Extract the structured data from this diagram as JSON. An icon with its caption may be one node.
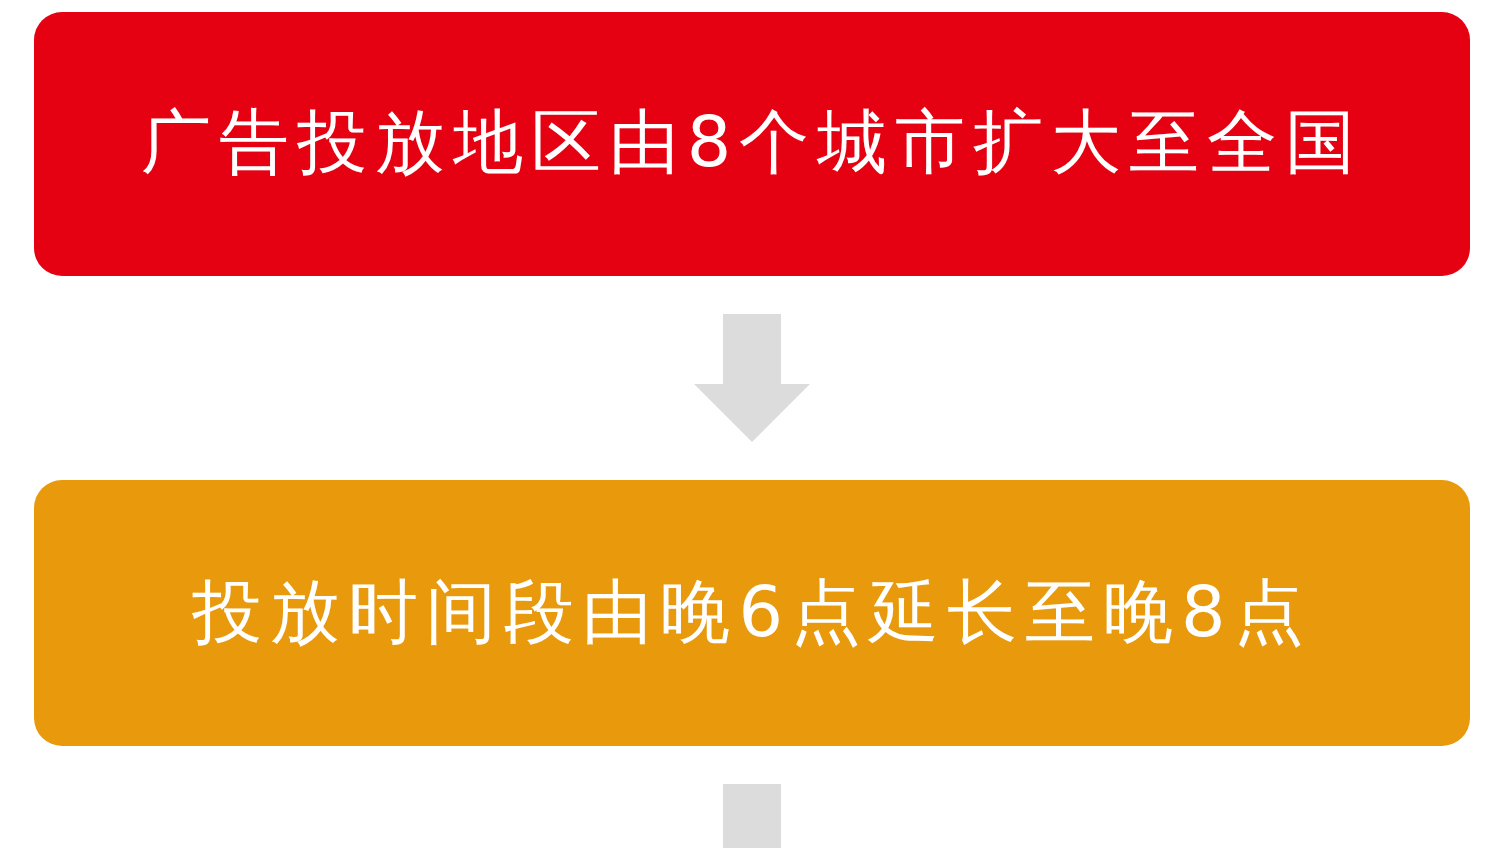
{
  "diagram": {
    "nodes": [
      {
        "text": [
          "广告投放地区由8个城市扩大至全国"
        ]
      },
      {
        "text": [
          "投放时间段由晚6点延长至晚8点"
        ]
      }
    ],
    "edges": [
      {
        "from": 0,
        "to": 1,
        "arrow": "to"
      },
      {
        "from": 1,
        "to": null,
        "arrow": "none"
      }
    ]
  }
}
